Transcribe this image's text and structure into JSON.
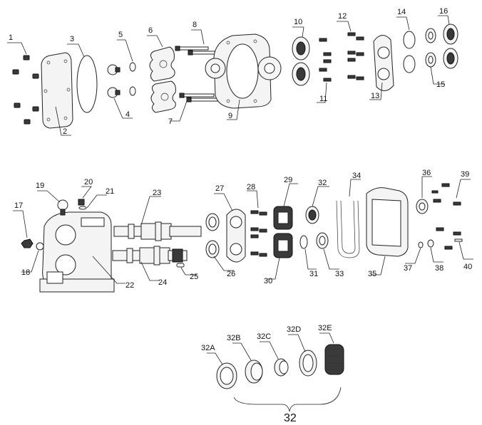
{
  "labels": {
    "p1": "1",
    "p2": "2",
    "p3": "3",
    "p4": "4",
    "p5": "5",
    "p6": "6",
    "p7": "7",
    "p8": "8",
    "p9": "9",
    "p10": "10",
    "p11": "11",
    "p12": "12",
    "p13": "13",
    "p14": "14",
    "p15": "15",
    "p16": "16",
    "p17": "17",
    "p18": "18",
    "p19": "19",
    "p20": "20",
    "p21": "21",
    "p22": "22",
    "p23": "23",
    "p24": "24",
    "p25": "25",
    "p26": "26",
    "p27": "27",
    "p28": "28",
    "p29": "29",
    "p30": "30",
    "p31": "31",
    "p32": "32",
    "p33": "33",
    "p34": "34",
    "p35": "35",
    "p36": "36",
    "p37": "37",
    "p38": "38",
    "p39": "39",
    "p40": "40",
    "p32A": "32A",
    "p32B": "32B",
    "p32C": "32C",
    "p32D": "32D",
    "p32E": "32E",
    "group32": "32"
  }
}
